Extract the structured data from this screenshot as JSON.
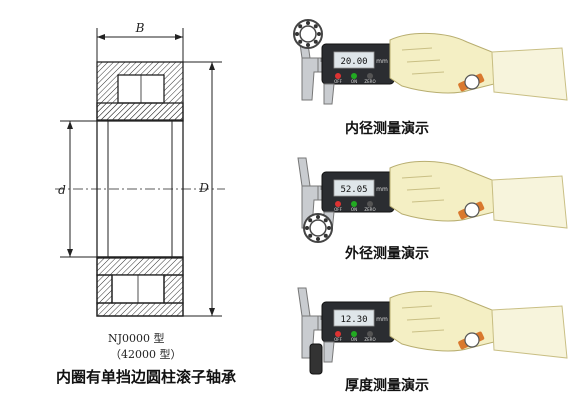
{
  "drawing": {
    "dim_width": "B",
    "dim_inner": "d",
    "dim_outer": "D",
    "model_line1": "NJ0000 型",
    "model_line2": "（42000 型）",
    "title": "内圈有单挡边圆柱滚子轴承"
  },
  "demos": [
    {
      "caption": "内径测量演示",
      "reading": "20.00",
      "unit": "mm"
    },
    {
      "caption": "外径测量演示",
      "reading": "52.05",
      "unit": "mm"
    },
    {
      "caption": "厚度测量演示",
      "reading": "12.30",
      "unit": "mm"
    }
  ],
  "caliper": {
    "button_labels": [
      "OFF",
      "ON",
      "ZERO"
    ]
  },
  "colors": {
    "line": "#222222",
    "hatch": "#333333",
    "glove": "#f4efc4",
    "watch_strap": "#d9792e",
    "caliper_steel": "#c9ccd0",
    "lcd": "#dfe6ea"
  }
}
